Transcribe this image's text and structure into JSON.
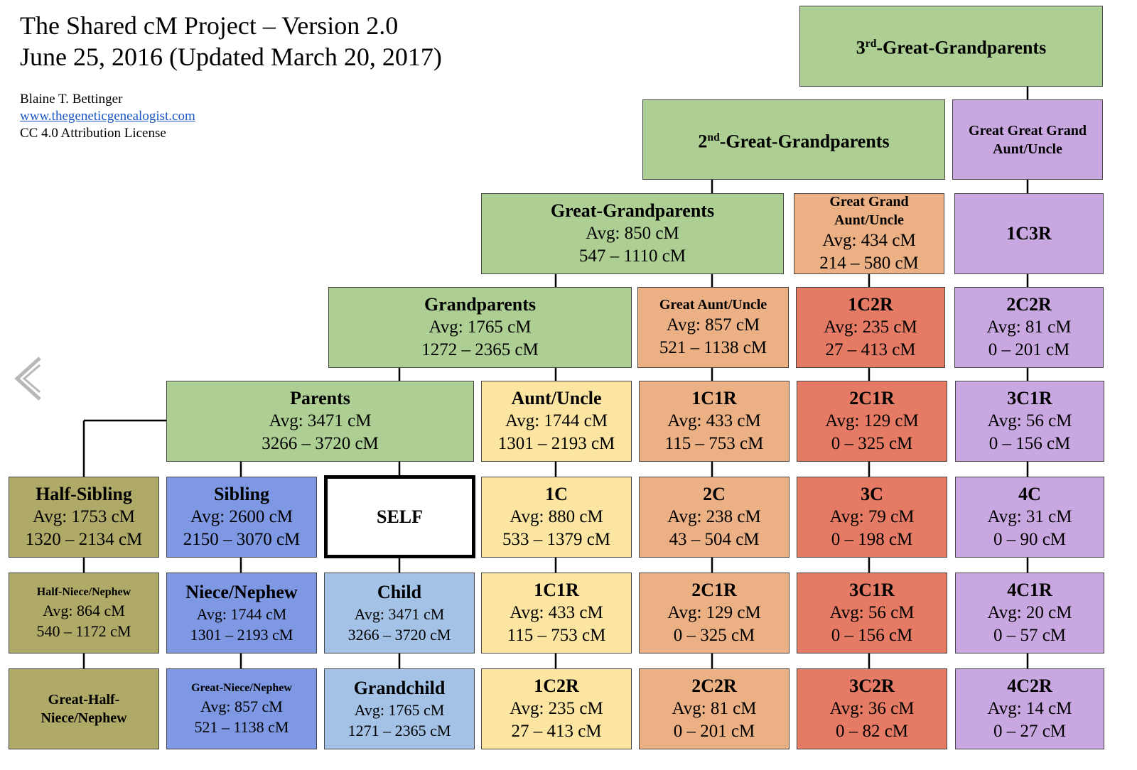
{
  "header": {
    "title_line1": "The Shared cM Project – Version 2.0",
    "title_line2": "June 25, 2016 (Updated March 20, 2017)",
    "author": "Blaine T. Bettinger",
    "website": "www.thegeneticgenealogist.com",
    "license": "CC 4.0 Attribution License"
  },
  "nav": {
    "back_icon": "chevron-left-icon"
  },
  "colors": {
    "green": "#aecf94",
    "light_orange": "#ecb085",
    "red_orange": "#e57b64",
    "purple": "#c9a8e1",
    "yellow": "#fce5a1",
    "olive": "#afaa68",
    "blue": "#7e98e3",
    "light_blue": "#a3c2e6",
    "white": "#ffffff"
  },
  "nodes": [
    {
      "id": "3gg",
      "name": "3rd-Great-Grandparents",
      "color": "green",
      "sup": {
        "base": "3",
        "sup": "rd",
        "rest": "-Great-Grandparents"
      }
    },
    {
      "id": "2gg",
      "name": "2nd-Great-Grandparents",
      "color": "green",
      "sup": {
        "base": "2",
        "sup": "nd",
        "rest": "-Great-Grandparents"
      }
    },
    {
      "id": "ggau",
      "name": "Great Great Grand Aunt/Uncle",
      "color": "purple"
    },
    {
      "id": "gg",
      "name": "Great-Grandparents",
      "avg": "Avg: 850 cM",
      "range": "547 – 1110 cM",
      "color": "green"
    },
    {
      "id": "gga",
      "name": "Great Grand Aunt/Uncle",
      "avg": "Avg: 434 cM",
      "range": "214 – 580 cM",
      "color": "light_orange"
    },
    {
      "id": "1c3r",
      "name": "1C3R",
      "color": "purple"
    },
    {
      "id": "gp",
      "name": "Grandparents",
      "avg": "Avg: 1765 cM",
      "range": "1272 – 2365 cM",
      "color": "green"
    },
    {
      "id": "gau",
      "name": "Great Aunt/Uncle",
      "avg": "Avg: 857 cM",
      "range": "521 – 1138 cM",
      "color": "light_orange"
    },
    {
      "id": "1c2r_top",
      "name": "1C2R",
      "avg": "Avg: 235 cM",
      "range": "27 – 413 cM",
      "color": "red_orange"
    },
    {
      "id": "2c2r_top",
      "name": "2C2R",
      "avg": "Avg: 81 cM",
      "range": "0 – 201 cM",
      "color": "purple"
    },
    {
      "id": "parents",
      "name": "Parents",
      "avg": "Avg: 3471 cM",
      "range": "3266 – 3720 cM",
      "color": "green"
    },
    {
      "id": "au",
      "name": "Aunt/Uncle",
      "avg": "Avg: 1744 cM",
      "range": "1301 – 2193 cM",
      "color": "yellow"
    },
    {
      "id": "1c1r_top",
      "name": "1C1R",
      "avg": "Avg: 433 cM",
      "range": "115 – 753 cM",
      "color": "light_orange"
    },
    {
      "id": "2c1r_top",
      "name": "2C1R",
      "avg": "Avg: 129 cM",
      "range": "0 – 325 cM",
      "color": "red_orange"
    },
    {
      "id": "3c1r_top",
      "name": "3C1R",
      "avg": "Avg: 56 cM",
      "range": "0 – 156 cM",
      "color": "purple"
    },
    {
      "id": "hs",
      "name": "Half-Sibling",
      "avg": "Avg: 1753 cM",
      "range": "1320 – 2134 cM",
      "color": "olive"
    },
    {
      "id": "sib",
      "name": "Sibling",
      "avg": "Avg: 2600 cM",
      "range": "2150 – 3070 cM",
      "color": "blue"
    },
    {
      "id": "self",
      "name": "SELF",
      "color": "white"
    },
    {
      "id": "1c",
      "name": "1C",
      "avg": "Avg: 880 cM",
      "range": "533 – 1379 cM",
      "color": "yellow"
    },
    {
      "id": "2c",
      "name": "2C",
      "avg": "Avg: 238 cM",
      "range": "43 – 504 cM",
      "color": "light_orange"
    },
    {
      "id": "3c",
      "name": "3C",
      "avg": "Avg: 79 cM",
      "range": "0 – 198 cM",
      "color": "red_orange"
    },
    {
      "id": "4c",
      "name": "4C",
      "avg": "Avg: 31 cM",
      "range": "0 – 90 cM",
      "color": "purple"
    },
    {
      "id": "hnn",
      "name": "Half-Niece/Nephew",
      "avg": "Avg: 864 cM",
      "range": "540 – 1172 cM",
      "color": "olive"
    },
    {
      "id": "nn",
      "name": "Niece/Nephew",
      "avg": "Avg: 1744 cM",
      "range": "1301 – 2193 cM",
      "color": "blue"
    },
    {
      "id": "child",
      "name": "Child",
      "avg": "Avg: 3471 cM",
      "range": "3266 – 3720 cM",
      "color": "light_blue"
    },
    {
      "id": "1c1r_b",
      "name": "1C1R",
      "avg": "Avg: 433 cM",
      "range": "115 – 753 cM",
      "color": "yellow"
    },
    {
      "id": "2c1r_b",
      "name": "2C1R",
      "avg": "Avg: 129 cM",
      "range": "0 – 325 cM",
      "color": "light_orange"
    },
    {
      "id": "3c1r_b",
      "name": "3C1R",
      "avg": "Avg: 56 cM",
      "range": "0 – 156 cM",
      "color": "red_orange"
    },
    {
      "id": "4c1r",
      "name": "4C1R",
      "avg": "Avg: 20 cM",
      "range": "0 – 57 cM",
      "color": "purple"
    },
    {
      "id": "ghnn",
      "name": "Great-Half-Niece/Nephew",
      "color": "olive"
    },
    {
      "id": "gnn",
      "name": "Great-Niece/Nephew",
      "avg": "Avg: 857 cM",
      "range": "521 – 1138 cM",
      "color": "blue"
    },
    {
      "id": "gc",
      "name": "Grandchild",
      "avg": "Avg: 1765 cM",
      "range": "1271 – 2365 cM",
      "color": "light_blue"
    },
    {
      "id": "1c2r_b",
      "name": "1C2R",
      "avg": "Avg: 235 cM",
      "range": "27 – 413 cM",
      "color": "yellow"
    },
    {
      "id": "2c2r_b",
      "name": "2C2R",
      "avg": "Avg: 81 cM",
      "range": "0 – 201 cM",
      "color": "light_orange"
    },
    {
      "id": "3c2r",
      "name": "3C2R",
      "avg": "Avg: 36 cM",
      "range": "0 – 82 cM",
      "color": "red_orange"
    },
    {
      "id": "4c2r",
      "name": "4C2R",
      "avg": "Avg: 14 cM",
      "range": "0 – 27 cM",
      "color": "purple"
    }
  ]
}
